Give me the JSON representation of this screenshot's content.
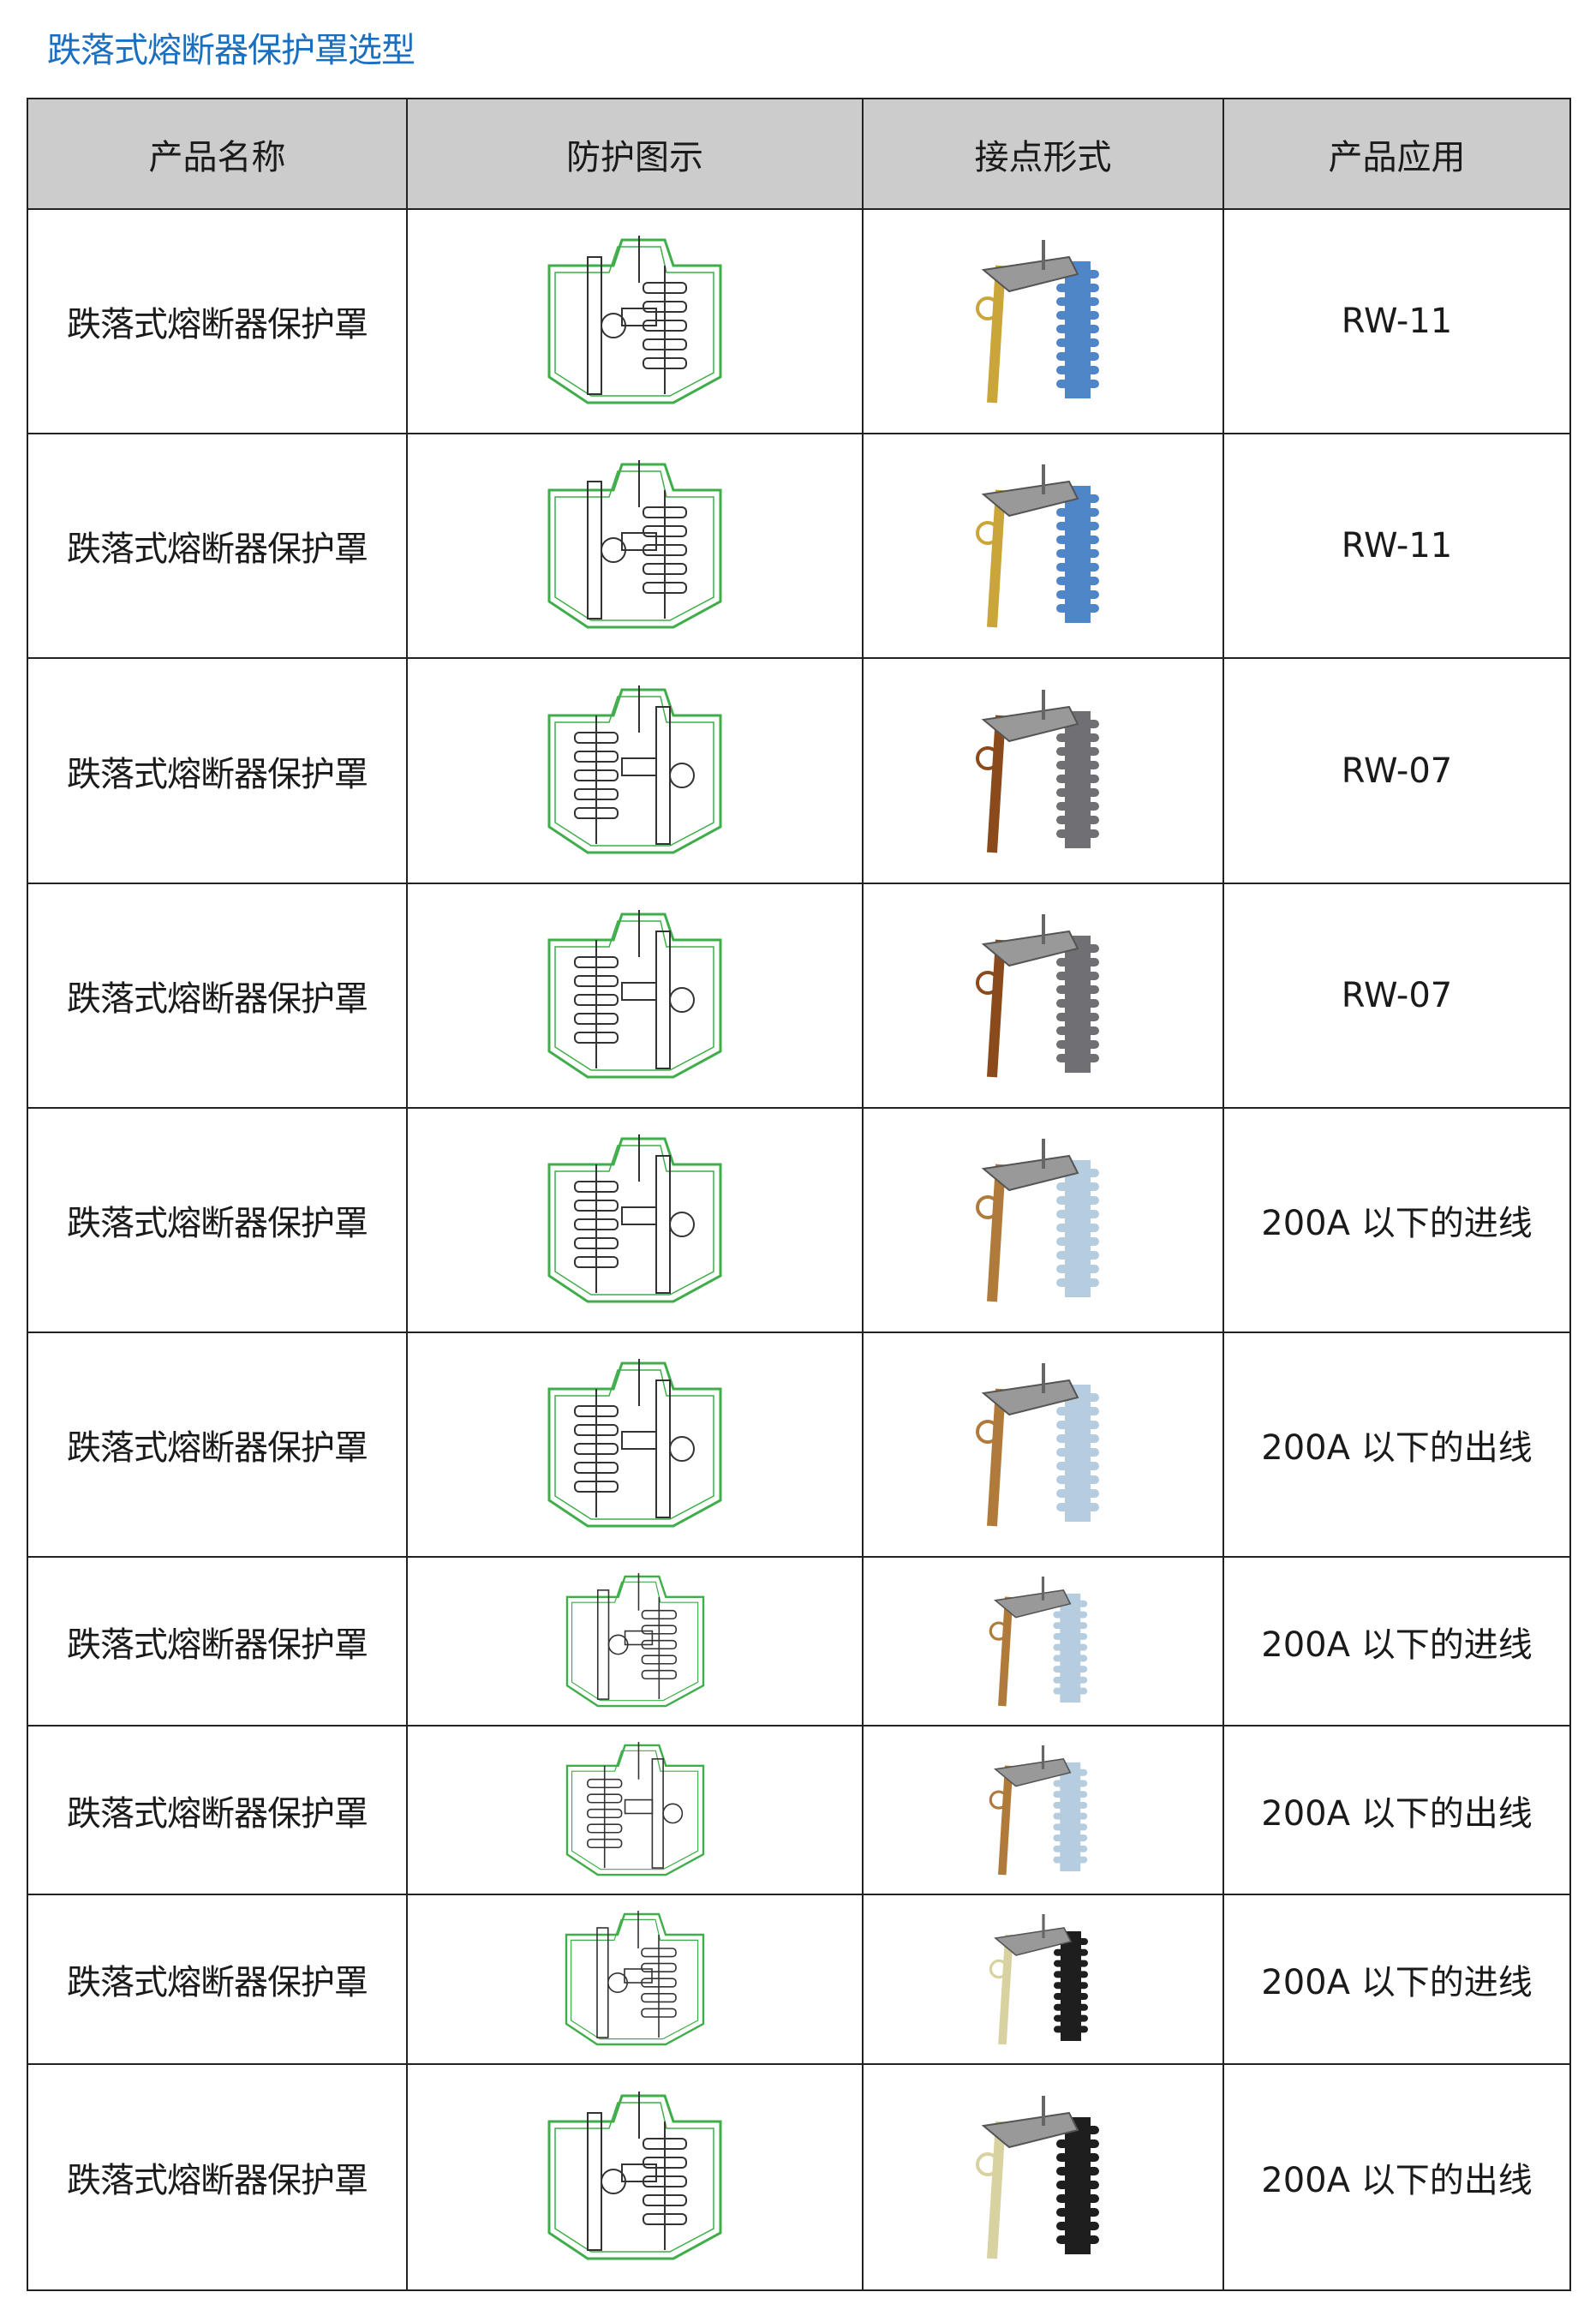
{
  "title": "跌落式熔断器保护罩选型",
  "table": {
    "headers": [
      "产品名称",
      "防护图示",
      "接点形式",
      "产品应用"
    ],
    "rows": [
      {
        "name": "跌落式熔断器保护罩",
        "application": "RW-11",
        "drawing": "drawing-a",
        "photo_color": "#4f86c8",
        "accent": "#c9a53a"
      },
      {
        "name": "跌落式熔断器保护罩",
        "application": "RW-11",
        "drawing": "drawing-b",
        "photo_color": "#4f86c8",
        "accent": "#c9a53a"
      },
      {
        "name": "跌落式熔断器保护罩",
        "application": "RW-07",
        "drawing": "drawing-c",
        "photo_color": "#707074",
        "accent": "#8a4a1c"
      },
      {
        "name": "跌落式熔断器保护罩",
        "application": "RW-07",
        "drawing": "drawing-d",
        "photo_color": "#707074",
        "accent": "#8a4a1c"
      },
      {
        "name": "跌落式熔断器保护罩",
        "application": "200A 以下的进线",
        "drawing": "drawing-c",
        "photo_color": "#b6cde0",
        "accent": "#b07a3a"
      },
      {
        "name": "跌落式熔断器保护罩",
        "application": "200A 以下的出线",
        "drawing": "drawing-d",
        "photo_color": "#b6cde0",
        "accent": "#b07a3a"
      },
      {
        "name": "跌落式熔断器保护罩",
        "application": "200A 以下的进线",
        "drawing": "drawing-e",
        "photo_color": "#b6cde0",
        "accent": "#b07a3a"
      },
      {
        "name": "跌落式熔断器保护罩",
        "application": "200A 以下的出线",
        "drawing": "drawing-f",
        "photo_color": "#b6cde0",
        "accent": "#b07a3a"
      },
      {
        "name": "跌落式熔断器保护罩",
        "application": "200A 以下的进线",
        "drawing": "drawing-a",
        "photo_color": "#1e1e1e",
        "accent": "#d8d2a0"
      },
      {
        "name": "跌落式熔断器保护罩",
        "application": "200A 以下的出线",
        "drawing": "drawing-b",
        "photo_color": "#1e1e1e",
        "accent": "#d8d2a0"
      }
    ]
  }
}
